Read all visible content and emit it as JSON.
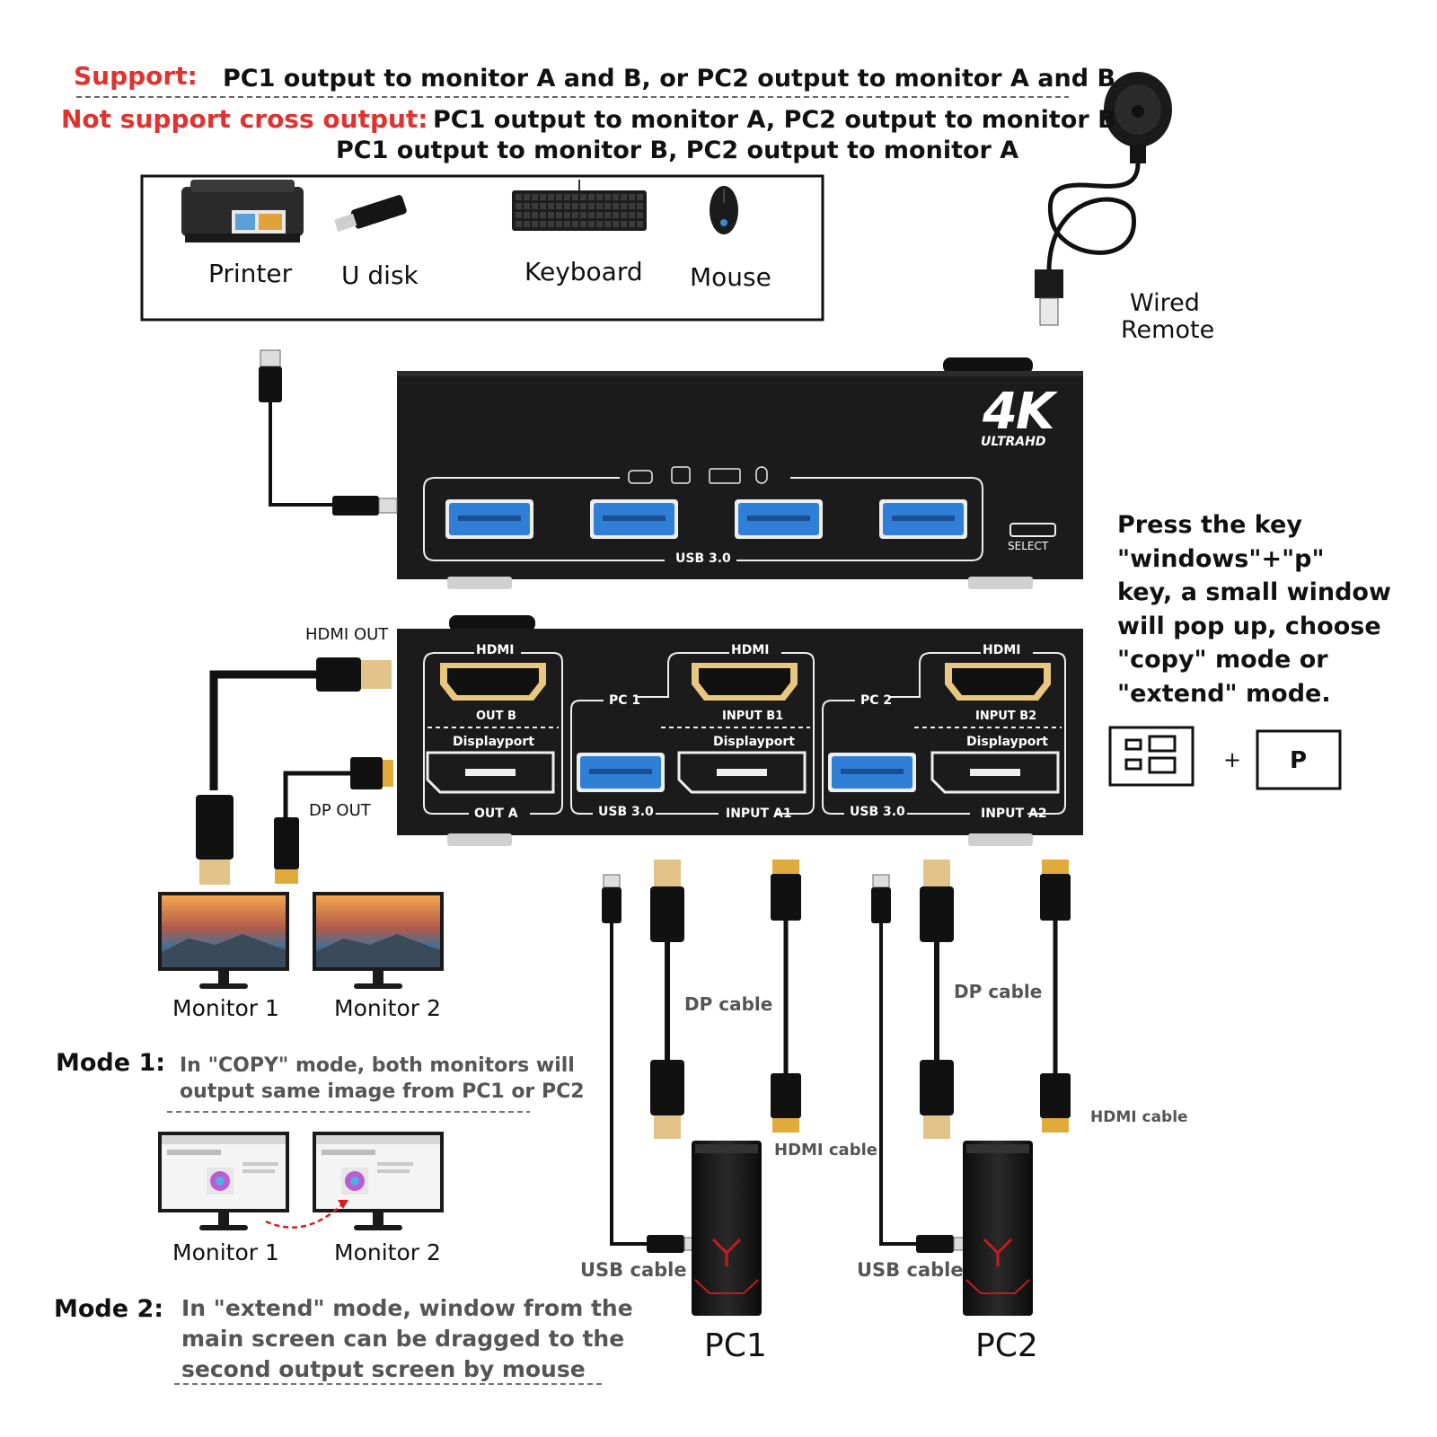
{
  "header": {
    "support_label": "Support:",
    "support_text": "PC1 output to monitor A and B, or PC2 output to monitor A and B",
    "not_support_label": "Not support  cross output:",
    "not_support_line1": "PC1 output to monitor A, PC2 output to monitor B",
    "not_support_line2": "PC1 output to monitor B, PC2 output to monitor A"
  },
  "peripherals": [
    {
      "label": "Printer",
      "icon": "printer-icon"
    },
    {
      "label": "U disk",
      "icon": "usb-drive-icon"
    },
    {
      "label": "Keyboard",
      "icon": "keyboard-icon"
    },
    {
      "label": "Mouse",
      "icon": "mouse-icon"
    }
  ],
  "remote": {
    "line1": "Wired",
    "line2": "Remote"
  },
  "device_top": {
    "badge_big": "4K",
    "badge_small": "ULTRAHD",
    "usb_label": "USB 3.0",
    "select_label": "SELECT"
  },
  "device_bottom": {
    "hdmi": "HDMI",
    "displayport": "Displayport",
    "usb": "USB 3.0",
    "out_b": "OUT B",
    "out_a": "OUT A",
    "pc1": "PC 1",
    "pc2": "PC 2",
    "input_b1": "INPUT B1",
    "input_a1": "INPUT A1",
    "input_b2": "INPUT B2",
    "input_a2": "INPUT A2"
  },
  "cable_labels": {
    "hdmi_out": "HDMI OUT",
    "dp_out": "DP OUT",
    "dp_cable": "DP cable",
    "hdmi_cable": "HDMI cable",
    "usb_cable": "USB cable"
  },
  "instructions": {
    "line1": "Press the key",
    "line2": "\"windows\"+\"p\"",
    "line3": "key, a small window",
    "line4": "will pop up, choose",
    "line5": "\"copy\" mode or",
    "line6": "\"extend\" mode.",
    "plus": "+",
    "key_p": "P"
  },
  "monitors": {
    "m1": "Monitor 1",
    "m2": "Monitor 2"
  },
  "modes": {
    "mode1_label": "Mode 1:",
    "mode1_line1": "In \"COPY\" mode, both monitors will",
    "mode1_line2": "output same image from PC1 or PC2",
    "mode2_label": "Mode 2:",
    "mode2_line1": "In \"extend\" mode, window from the",
    "mode2_line2": "main screen can be dragged to the",
    "mode2_line3": "second output screen by mouse"
  },
  "pcs": {
    "pc1": "PC1",
    "pc2": "PC2"
  },
  "colors": {
    "accent_red": "#e0322e",
    "device_black": "#1b1b1b",
    "usb_blue": "#2f7fd6",
    "gold": "#d9a440"
  }
}
